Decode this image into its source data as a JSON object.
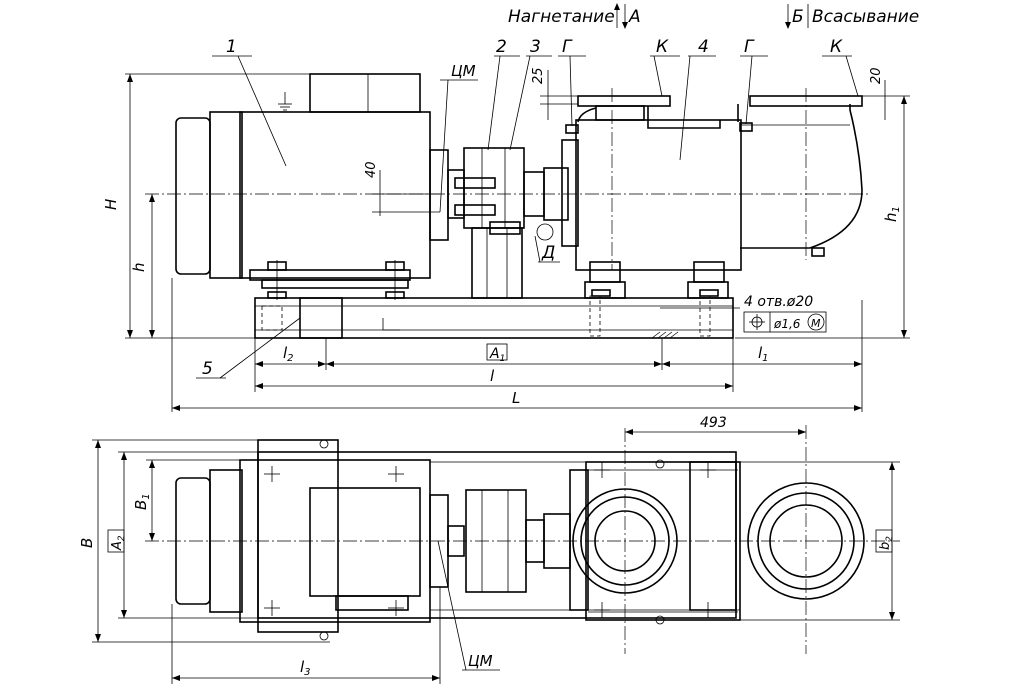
{
  "header": {
    "discharge_label": "Нагнетание",
    "discharge_letter": "A",
    "suction_letter": "Б",
    "suction_label": "Всасывание"
  },
  "callouts": {
    "motor": "1",
    "coupling": "2",
    "coupling_guard": "3",
    "pump": "4",
    "base": "5",
    "center_mark_top": "ЦМ",
    "center_mark_bottom": "ЦМ",
    "gauge_port_left": "Г",
    "gauge_port_right": "Г",
    "flange_left": "К",
    "flange_right": "К",
    "drain": "Д"
  },
  "dimensions": {
    "dim_25": "25",
    "dim_20": "20",
    "dim_40": "40",
    "H": "H",
    "h": "h",
    "h1": "h",
    "h1_sub": "1",
    "l2": "l",
    "l2_sub": "2",
    "A1": "A",
    "A1_sub": "1",
    "l1": "l",
    "l1_sub": "1",
    "l": "l",
    "L": "L",
    "dim_493": "493",
    "B": "B",
    "A2": "A",
    "A2_sub": "2",
    "B1": "B",
    "B1_sub": "1",
    "b2": "b",
    "b2_sub": "2",
    "l3": "l",
    "l3_sub": "3"
  },
  "holes_note": {
    "text": "4 отв.ø20",
    "tolerance": "ø1,6",
    "modifier": "M"
  }
}
